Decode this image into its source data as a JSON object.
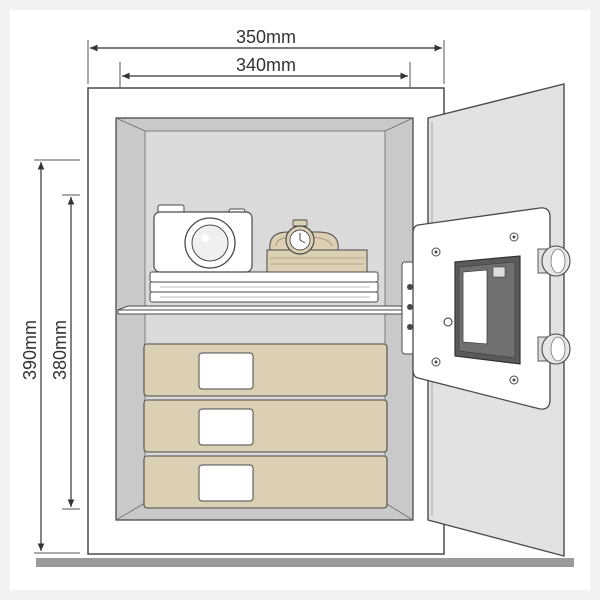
{
  "dimensions": {
    "outer_width": "350mm",
    "inner_width": "340mm",
    "outer_height": "390mm",
    "inner_height": "380mm"
  },
  "colors": {
    "background": "#f2f2f2",
    "canvas": "#ffffff",
    "line": "#4a4a4a",
    "interior": "#d4d4d4",
    "drawer": "#dcd0b4",
    "door": "#e2e2e2",
    "floor": "#9a9a9a"
  },
  "icons": [
    "camera-icon",
    "watch-icon",
    "keypad-icon",
    "hinge-icon"
  ]
}
